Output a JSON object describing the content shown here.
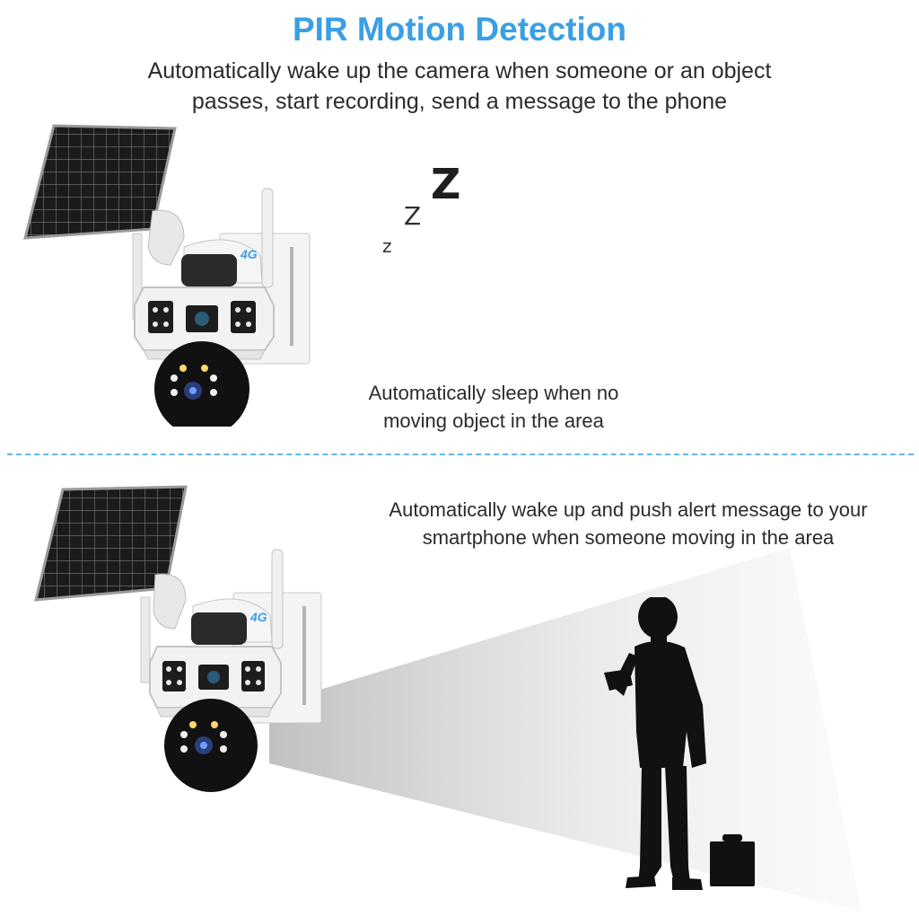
{
  "header": {
    "title": "PIR Motion Detection",
    "subtitle_line1": "Automatically wake up the camera when someone or an object",
    "subtitle_line2": "passes, start recording, send a message to the phone"
  },
  "sleep_panel": {
    "zzz": [
      "z",
      "Z",
      "Z"
    ],
    "caption_line1": "Automatically sleep when no",
    "caption_line2": "moving object in the area"
  },
  "wake_panel": {
    "caption_line1": "Automatically wake up and push alert message to your",
    "caption_line2": "smartphone when someone moving in the area"
  },
  "camera_badge": "4G",
  "colors": {
    "title": "#3a9fe4",
    "divider": "#62b6ee",
    "text": "#2b2b2b",
    "solar_panel": "#1c1c1c",
    "camera_body": "#f2f2f2",
    "silhouette": "#111111"
  }
}
